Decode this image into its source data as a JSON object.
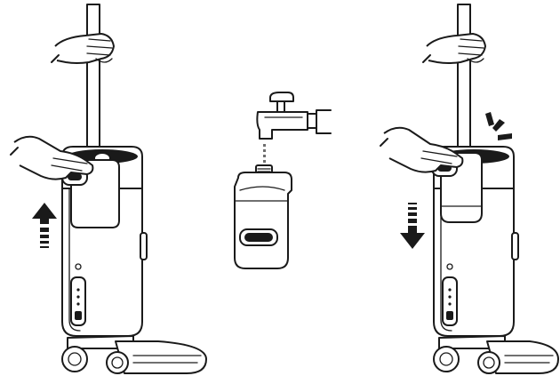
{
  "figure": {
    "panels": [
      {
        "name": "panel-remove-tank",
        "arrow": "up"
      },
      {
        "name": "panel-fill-tank"
      },
      {
        "name": "panel-insert-tank",
        "arrow": "down",
        "click_mark": true
      }
    ],
    "icons": [
      "hand-icon",
      "faucet-icon",
      "water-tank-icon",
      "arrow-up-icon",
      "arrow-down-icon",
      "click-mark-icon",
      "wet-dry-vacuum-icon"
    ],
    "line_color": "#1a1a1a",
    "background": "#ffffff"
  }
}
